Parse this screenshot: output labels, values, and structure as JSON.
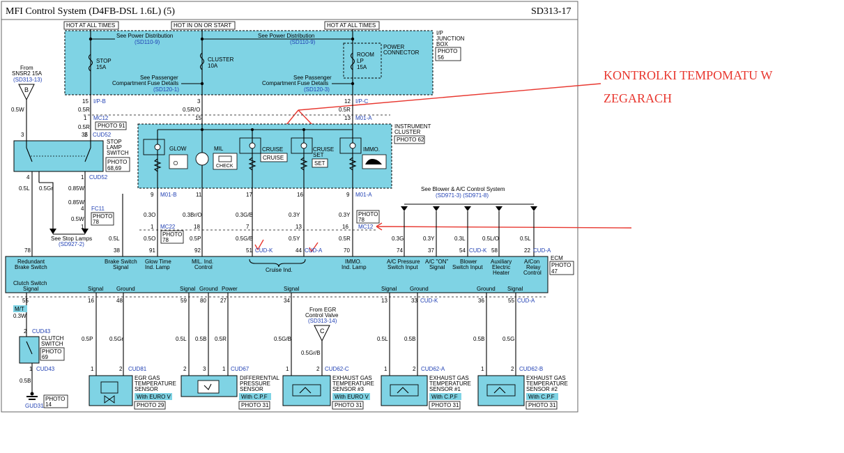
{
  "header": {
    "title": "MFI Control System (D4FB-DSL 1.6L) (5)",
    "page_code": "SD313-17"
  },
  "annotations": {
    "line1": "KONTROLKI TEMPOMATU W",
    "line2": "ZEGARACH"
  },
  "feeds": {
    "hot1": "HOT AT ALL TIMES",
    "hot_on_start": "HOT IN ON OR START",
    "hot2": "HOT AT ALL TIMES"
  },
  "junction_box": {
    "see_power_1": "See Power Distribution",
    "ref_power_1": "(SD110-9)",
    "see_power_2": "See Power Distribution",
    "ref_power_2": "(SD110-9)",
    "stop_fuse": "STOP",
    "stop_amp": "15A",
    "cluster_fuse": "CLUSTER",
    "cluster_amp": "10A",
    "room_fuse": "ROOM",
    "room_lp": "LP",
    "room_amp": "15A",
    "power_conn_1": "POWER",
    "power_conn_2": "CONNECTOR",
    "pass_1a": "See Passenger",
    "pass_1b": "Compartment Fuse Details",
    "pass_1c": "(SD120-1)",
    "pass_2a": "See Passenger",
    "pass_2b": "Compartment Fuse Details",
    "pass_2c": "(SD120-3)",
    "label_1": "I/P",
    "label_2": "JUNCTION",
    "label_3": "BOX",
    "photo_1": "PHOTO",
    "photo_2": "56"
  },
  "left_source": {
    "from": "From",
    "snsr": "SNSR2 15A",
    "ref": "(SD313-13)",
    "letter": "B",
    "wire": "0.5W"
  },
  "stop_switch": {
    "label_1": "STOP",
    "label_2": "LAMP",
    "label_3": "SWITCH",
    "photo_1": "PHOTO",
    "photo_2": "68,69",
    "pin_3": "3",
    "pin_2": "2",
    "pin_4": "4",
    "pin_1": "1",
    "conn_top": "CUD52",
    "conn_bottom": "CUD52"
  },
  "cluster": {
    "label_1": "INSTRUMENT",
    "label_2": "CLUSTER",
    "photo": "PHOTO 62",
    "glow": "GLOW",
    "mil": "MIL",
    "check": "CHECK",
    "cruise": "CRUISE",
    "cruise_box": "CRUISE",
    "cruise_set_1": "CRUISE",
    "cruise_set_2": "SET",
    "set_box": "SET",
    "immo": "IMMO."
  },
  "pins": {
    "p15": "15",
    "ipb": "I/P-B",
    "w05r_a": "0.5R",
    "p3": "3",
    "w05ro": "0.5R/O",
    "p15b": "15",
    "p12": "12",
    "ipc": "I/P-C",
    "w05r_b": "0.5R",
    "p13": "13",
    "m01a_top": "M01-A",
    "p1": "1",
    "mc12_top": "MC12",
    "photo91": "PHOTO 91",
    "p35": "35",
    "w05r_c": "0.5R",
    "p9": "9",
    "m01b": "M01-B",
    "p11": "11",
    "p17": "17",
    "p16": "16",
    "p9b": "9",
    "m01a_bot": "M01-A",
    "w03o": "0.3O",
    "w03bro": "0.3Br/O",
    "w03gb": "0.3G/B",
    "w03y_a": "0.3Y",
    "w03y_b": "0.3Y",
    "p1b": "1",
    "mc22": "MC22",
    "photo78_a1": "PHOTO",
    "photo78_a2": "78",
    "p18": "18",
    "p7": "7",
    "p13b": "13",
    "p16b": "16",
    "mc12_bot": "MC12",
    "photo78_b1": "PHOTO",
    "photo78_b2": "78",
    "w05o": "0.5O",
    "w05p": "0.5P",
    "w05gb": "0.5G/B",
    "w05y": "0.5Y",
    "w05r_d": "0.5R",
    "p91": "91",
    "p92": "92",
    "p51": "51",
    "cudk_a": "CUD-K",
    "p44": "44",
    "cuda_a": "CUD-A",
    "p70": "70",
    "w05l_a": "0.5L",
    "w05gr": "0.5Gr",
    "w085w_a": "0.85W",
    "w085w_b": "0.85W",
    "fc11_pin": "4",
    "fc11": "FC11",
    "photo78_c1": "PHOTO",
    "photo78_c2": "78",
    "w05w": "0.5W",
    "fc11_pin2": "1",
    "see_stop_1": "See Stop Lamps",
    "see_stop_2": "(SD927-2)",
    "w05l_b": "0.5L",
    "p78": "78",
    "p38": "38"
  },
  "blower": {
    "see_1": "See Blower & A/C Control System",
    "see_2": "(SD971-3)  (SD971-8)",
    "w03g": "0.3G",
    "w03y": "0.3Y",
    "w03l": "0.3L",
    "w05lo": "0.5L/O",
    "w05l": "0.5L",
    "p74": "74",
    "p37": "37",
    "p54": "54",
    "cudk": "CUD-K",
    "p58": "58",
    "p22": "22",
    "cuda": "CUD-A"
  },
  "ecm": {
    "redundant_1": "Redundant",
    "redundant_2": "Brake Switch",
    "brake_1": "Brake Switch",
    "brake_2": "Signal",
    "glow_1": "Glow Time",
    "glow_2": "Ind. Lamp",
    "mil_1": "MIL. Ind.",
    "mil_2": "Control",
    "cruise": "Cruise Ind.",
    "immo_1": "IMMO.",
    "immo_2": "Ind. Lamp",
    "acp_1": "A/C Pressure",
    "acp_2": "Switch Input",
    "acon_1": "A/C \"ON\"",
    "acon_2": "Signal",
    "blower_1": "Blower",
    "blower_2": "Switch Input",
    "aux_1": "Auxiliary",
    "aux_2": "Electric",
    "aux_3": "Heater",
    "relay_1": "A/Con",
    "relay_2": "Relay",
    "relay_3": "Control",
    "label": "ECM",
    "photo_1": "PHOTO",
    "photo_2": "47",
    "clutch_1": "Clutch Switch",
    "clutch_2": "Signal",
    "sig_a": "Signal",
    "gnd_a": "Ground",
    "sig_b": "Signal",
    "gnd_b": "Ground",
    "pwr_b": "Power",
    "sig_c": "Signal",
    "sig_d": "Signal",
    "gnd_d": "Ground",
    "gnd_e": "Ground",
    "sig_e": "Signal"
  },
  "lower": {
    "p55": "55",
    "mt": "M/T",
    "w03w": "0.3W",
    "p2_cl": "2",
    "cud43_a": "CUD43",
    "clutch_1": "CLUTCH",
    "clutch_2": "SWITCH",
    "cl_photo_1": "PHOTO",
    "cl_photo_2": "69",
    "p1_cl": "1",
    "cud43_b": "CUD43",
    "w05b_cl": "0.5B",
    "gud31": "GUD31",
    "gnd_photo_1": "PHOTO",
    "gnd_photo_2": "14",
    "p16": "16",
    "p48": "48",
    "w05p": "0.5P",
    "w05gr": "0.5Gr",
    "p59": "59",
    "p80": "80",
    "p27": "27",
    "w05l_a": "0.5L",
    "w05b_a": "0.5B",
    "w05r": "0.5R",
    "p34": "34",
    "w05gb": "0.5G/B",
    "egr_1": "From EGR",
    "egr_2": "Control Valve",
    "egr_3": "(SD313-14)",
    "egr_letter": "C",
    "w05grb": "0.5Gr/B",
    "p13": "13",
    "p33": "33",
    "cudk": "CUD-K",
    "w05l_b": "0.5L",
    "w05b_b": "0.5B",
    "p36": "36",
    "p55b": "55",
    "cuda": "CUD-A",
    "w05b_c": "0.5B",
    "w05g": "0.5G",
    "s1_p1": "1",
    "s1_p2": "2",
    "cud81": "CUD81",
    "s1_l1": "EGR GAS",
    "s1_l2": "TEMPERATURE",
    "s1_l3": "SENSOR",
    "s1_tag": "With EURO V",
    "s1_photo": "PHOTO 29",
    "s2_p2": "2",
    "s2_p3": "3",
    "s2_p1": "1",
    "cud67": "CUD67",
    "s2_l1": "DIFFERENTIAL",
    "s2_l2": "PRESSURE",
    "s2_l3": "SENSOR",
    "s2_tag": "With C.P.F",
    "s2_photo": "PHOTO 31",
    "s3_p1": "1",
    "s3_p2": "2",
    "cud62c": "CUD62-C",
    "s3_l1": "EXHAUST GAS",
    "s3_l2": "TEMPERATURE",
    "s3_l3": "SENSOR #3",
    "s3_tag": "With EURO V",
    "s3_photo": "PHOTO 31",
    "s4_p1": "1",
    "s4_p2": "2",
    "cud62a": "CUD62-A",
    "s4_l1": "EXHAUST GAS",
    "s4_l2": "TEMPERATURE",
    "s4_l3": "SENSOR #1",
    "s4_tag": "With C.P.F",
    "s4_photo": "PHOTO 31",
    "s5_p1": "1",
    "s5_p2": "2",
    "cud62b": "CUD62-B",
    "s5_l1": "EXHAUST GAS",
    "s5_l2": "TEMPERATURE",
    "s5_l3": "SENSOR #2",
    "s5_tag": "With C.P.F",
    "s5_photo": "PHOTO 31"
  }
}
